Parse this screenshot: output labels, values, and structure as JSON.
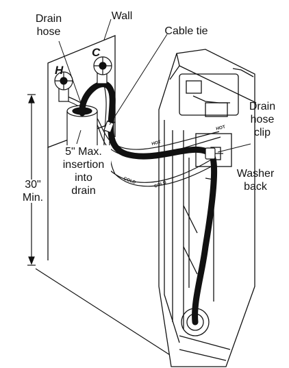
{
  "labels": {
    "drain_hose": "Drain\nhose",
    "wall": "Wall",
    "cable_tie": "Cable tie",
    "drain_hose_clip": "Drain\nhose\nclip",
    "max_insertion": "5\" Max.\ninsertion\ninto\ndrain",
    "min_height": "30\"\nMin.",
    "washer_back": "Washer\nback"
  },
  "valves": {
    "hot": "H",
    "cold": "C"
  },
  "hose_marks": {
    "hot": "HOT",
    "cold": "COLD"
  }
}
